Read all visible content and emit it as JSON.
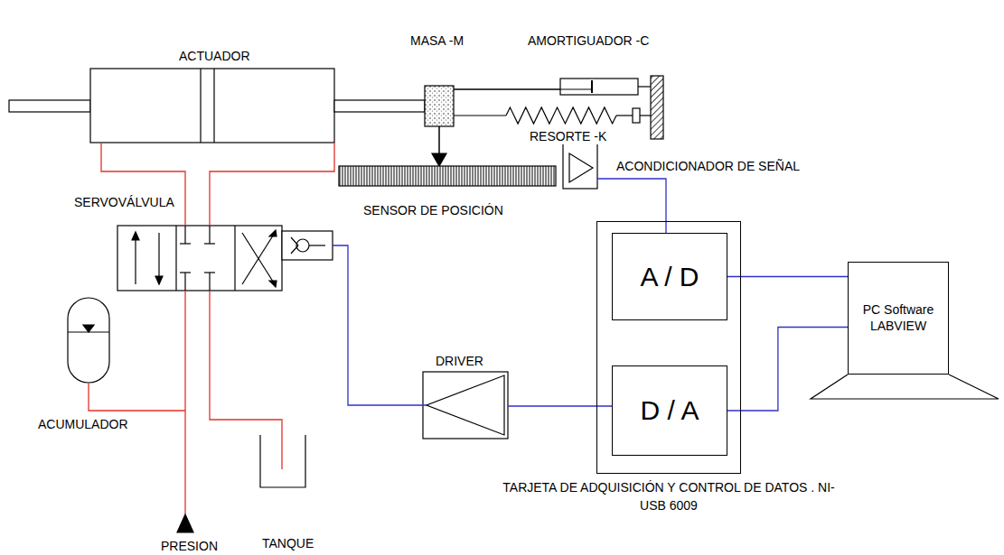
{
  "diagram": {
    "nodes": [
      {
        "text": [
          "TARJETA DE ADQUISICIÓN Y CONTROL DE DATOS . NI-USB 6009"
        ]
      },
      {
        "text": [
          "A / D"
        ],
        "in": 0
      },
      {
        "text": [
          "D / A"
        ],
        "in": 0
      },
      {
        "text": [
          "PC Software LABVIEW"
        ]
      }
    ],
    "edges": [
      {
        "from": 1,
        "to": 3,
        "arrow": "none"
      },
      {
        "from": 2,
        "to": 3,
        "arrow": "none"
      }
    ],
    "labels": [
      "ACTUADOR",
      "MASA -M",
      "AMORTIGUADOR -C",
      "RESORTE -K",
      "SENSOR DE POSICIÓN",
      "ACONDICIONADOR DE SEÑAL",
      "SERVOVÁLVULA",
      "ACUMULADOR",
      "DRIVER",
      "PRESION",
      "TANQUE"
    ]
  }
}
